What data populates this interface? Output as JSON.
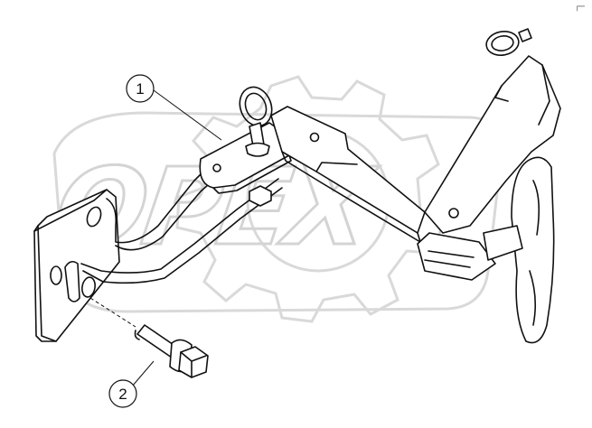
{
  "watermark": {
    "text": "OPEX"
  },
  "corner_mark": "┌─",
  "callouts": [
    {
      "number": "1"
    },
    {
      "number": "2"
    }
  ],
  "parts": [
    {
      "number": "1",
      "icon": "bracket-assembly"
    },
    {
      "number": "2",
      "icon": "flange-bolt"
    }
  ],
  "colors": {
    "line": "#111111",
    "watermark": "#d9d9d9",
    "background": "#ffffff"
  }
}
